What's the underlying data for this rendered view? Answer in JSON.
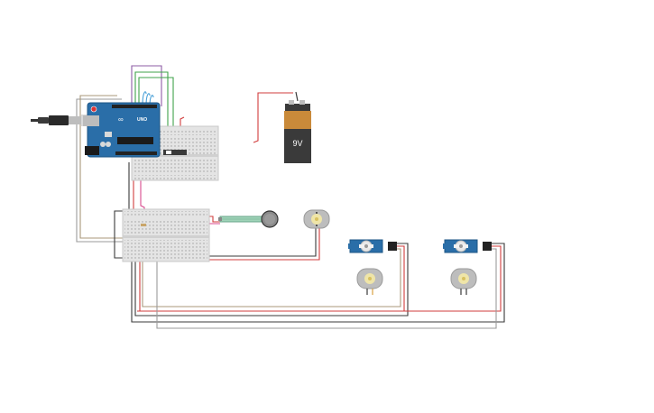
{
  "canvas": {
    "background": "#ffffff"
  },
  "components": {
    "arduino": {
      "brand": "∞",
      "model": "UNO",
      "board_color": "#2a6ea8"
    },
    "battery": {
      "label": "9V",
      "top_color": "#c98a3a",
      "body_color": "#3a3a3a"
    },
    "servos": [
      {
        "name": "servo-1"
      },
      {
        "name": "servo-2"
      }
    ],
    "motors": [
      {
        "name": "dc-motor-1"
      },
      {
        "name": "dc-motor-2"
      },
      {
        "name": "dc-motor-3"
      }
    ],
    "flex_sensor": {
      "color": "#9fd3b8"
    }
  },
  "wire_colors": {
    "red": "#d23c3c",
    "black": "#3a3a3a",
    "purple": "#8e5ca6",
    "green": "#3fa34a",
    "blue": "#4aa0d8",
    "gray": "#9a9a9a",
    "tan": "#a8977a",
    "pink": "#d84a8e"
  }
}
